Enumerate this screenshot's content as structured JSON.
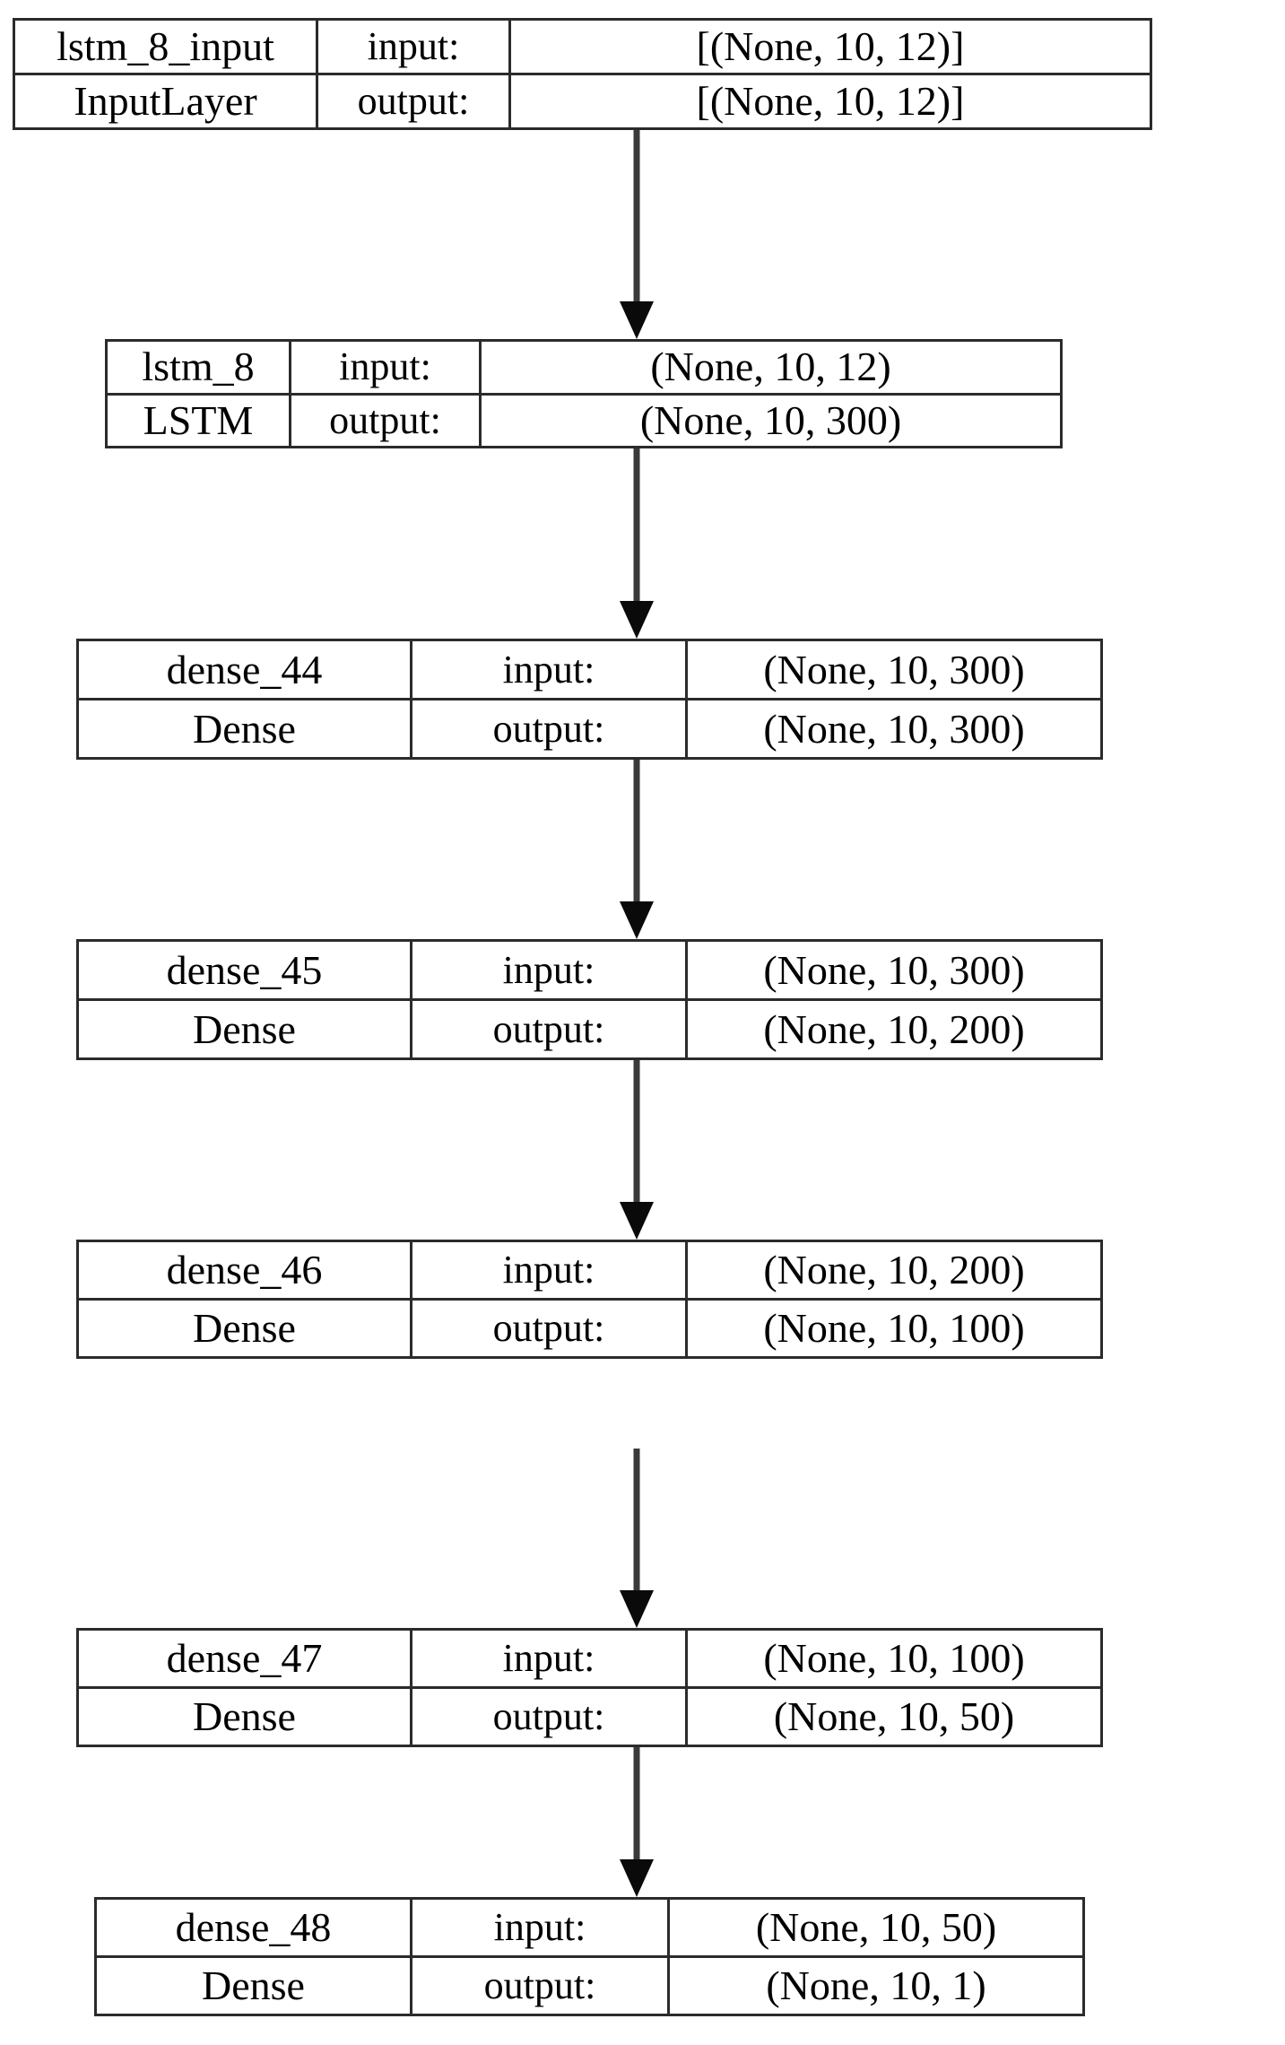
{
  "diagram": {
    "title": "Keras model architecture plot",
    "type": "keras-model-plot",
    "column_headers": [
      "layer",
      "io",
      "shape"
    ],
    "edge_style": "vertical-arrow-down",
    "colors": {
      "background": "#ffffff",
      "box_border": "#2b2b2b",
      "text": "#000000",
      "arrow": "#3a3a3a",
      "arrow_head": "#0a0a0a"
    }
  },
  "nodes": [
    {
      "id": "lstm_8_input",
      "name": "lstm_8_input",
      "class_name": "InputLayer",
      "input_label": "input:",
      "output_label": "output:",
      "input_shape": "[(None, 10, 12)]",
      "output_shape": "[(None, 10, 12)]"
    },
    {
      "id": "lstm_8",
      "name": "lstm_8",
      "class_name": "LSTM",
      "input_label": "input:",
      "output_label": "output:",
      "input_shape": "(None, 10, 12)",
      "output_shape": "(None, 10, 300)"
    },
    {
      "id": "dense_44",
      "name": "dense_44",
      "class_name": "Dense",
      "input_label": "input:",
      "output_label": "output:",
      "input_shape": "(None, 10, 300)",
      "output_shape": "(None, 10, 300)"
    },
    {
      "id": "dense_45",
      "name": "dense_45",
      "class_name": "Dense",
      "input_label": "input:",
      "output_label": "output:",
      "input_shape": "(None, 10, 300)",
      "output_shape": "(None, 10, 200)"
    },
    {
      "id": "dense_46",
      "name": "dense_46",
      "class_name": "Dense",
      "input_label": "input:",
      "output_label": "output:",
      "input_shape": "(None, 10, 200)",
      "output_shape": "(None, 10, 100)"
    },
    {
      "id": "dense_47",
      "name": "dense_47",
      "class_name": "Dense",
      "input_label": "input:",
      "output_label": "output:",
      "input_shape": "(None, 10, 100)",
      "output_shape": "(None, 10, 50)"
    },
    {
      "id": "dense_48",
      "name": "dense_48",
      "class_name": "Dense",
      "input_label": "input:",
      "output_label": "output:",
      "input_shape": "(None, 10, 50)",
      "output_shape": "(None, 10, 1)"
    }
  ],
  "edges": [
    {
      "from": "lstm_8_input",
      "to": "lstm_8"
    },
    {
      "from": "lstm_8",
      "to": "dense_44"
    },
    {
      "from": "dense_44",
      "to": "dense_45"
    },
    {
      "from": "dense_45",
      "to": "dense_46"
    },
    {
      "from": "dense_46",
      "to": "dense_47"
    },
    {
      "from": "dense_47",
      "to": "dense_48"
    }
  ]
}
